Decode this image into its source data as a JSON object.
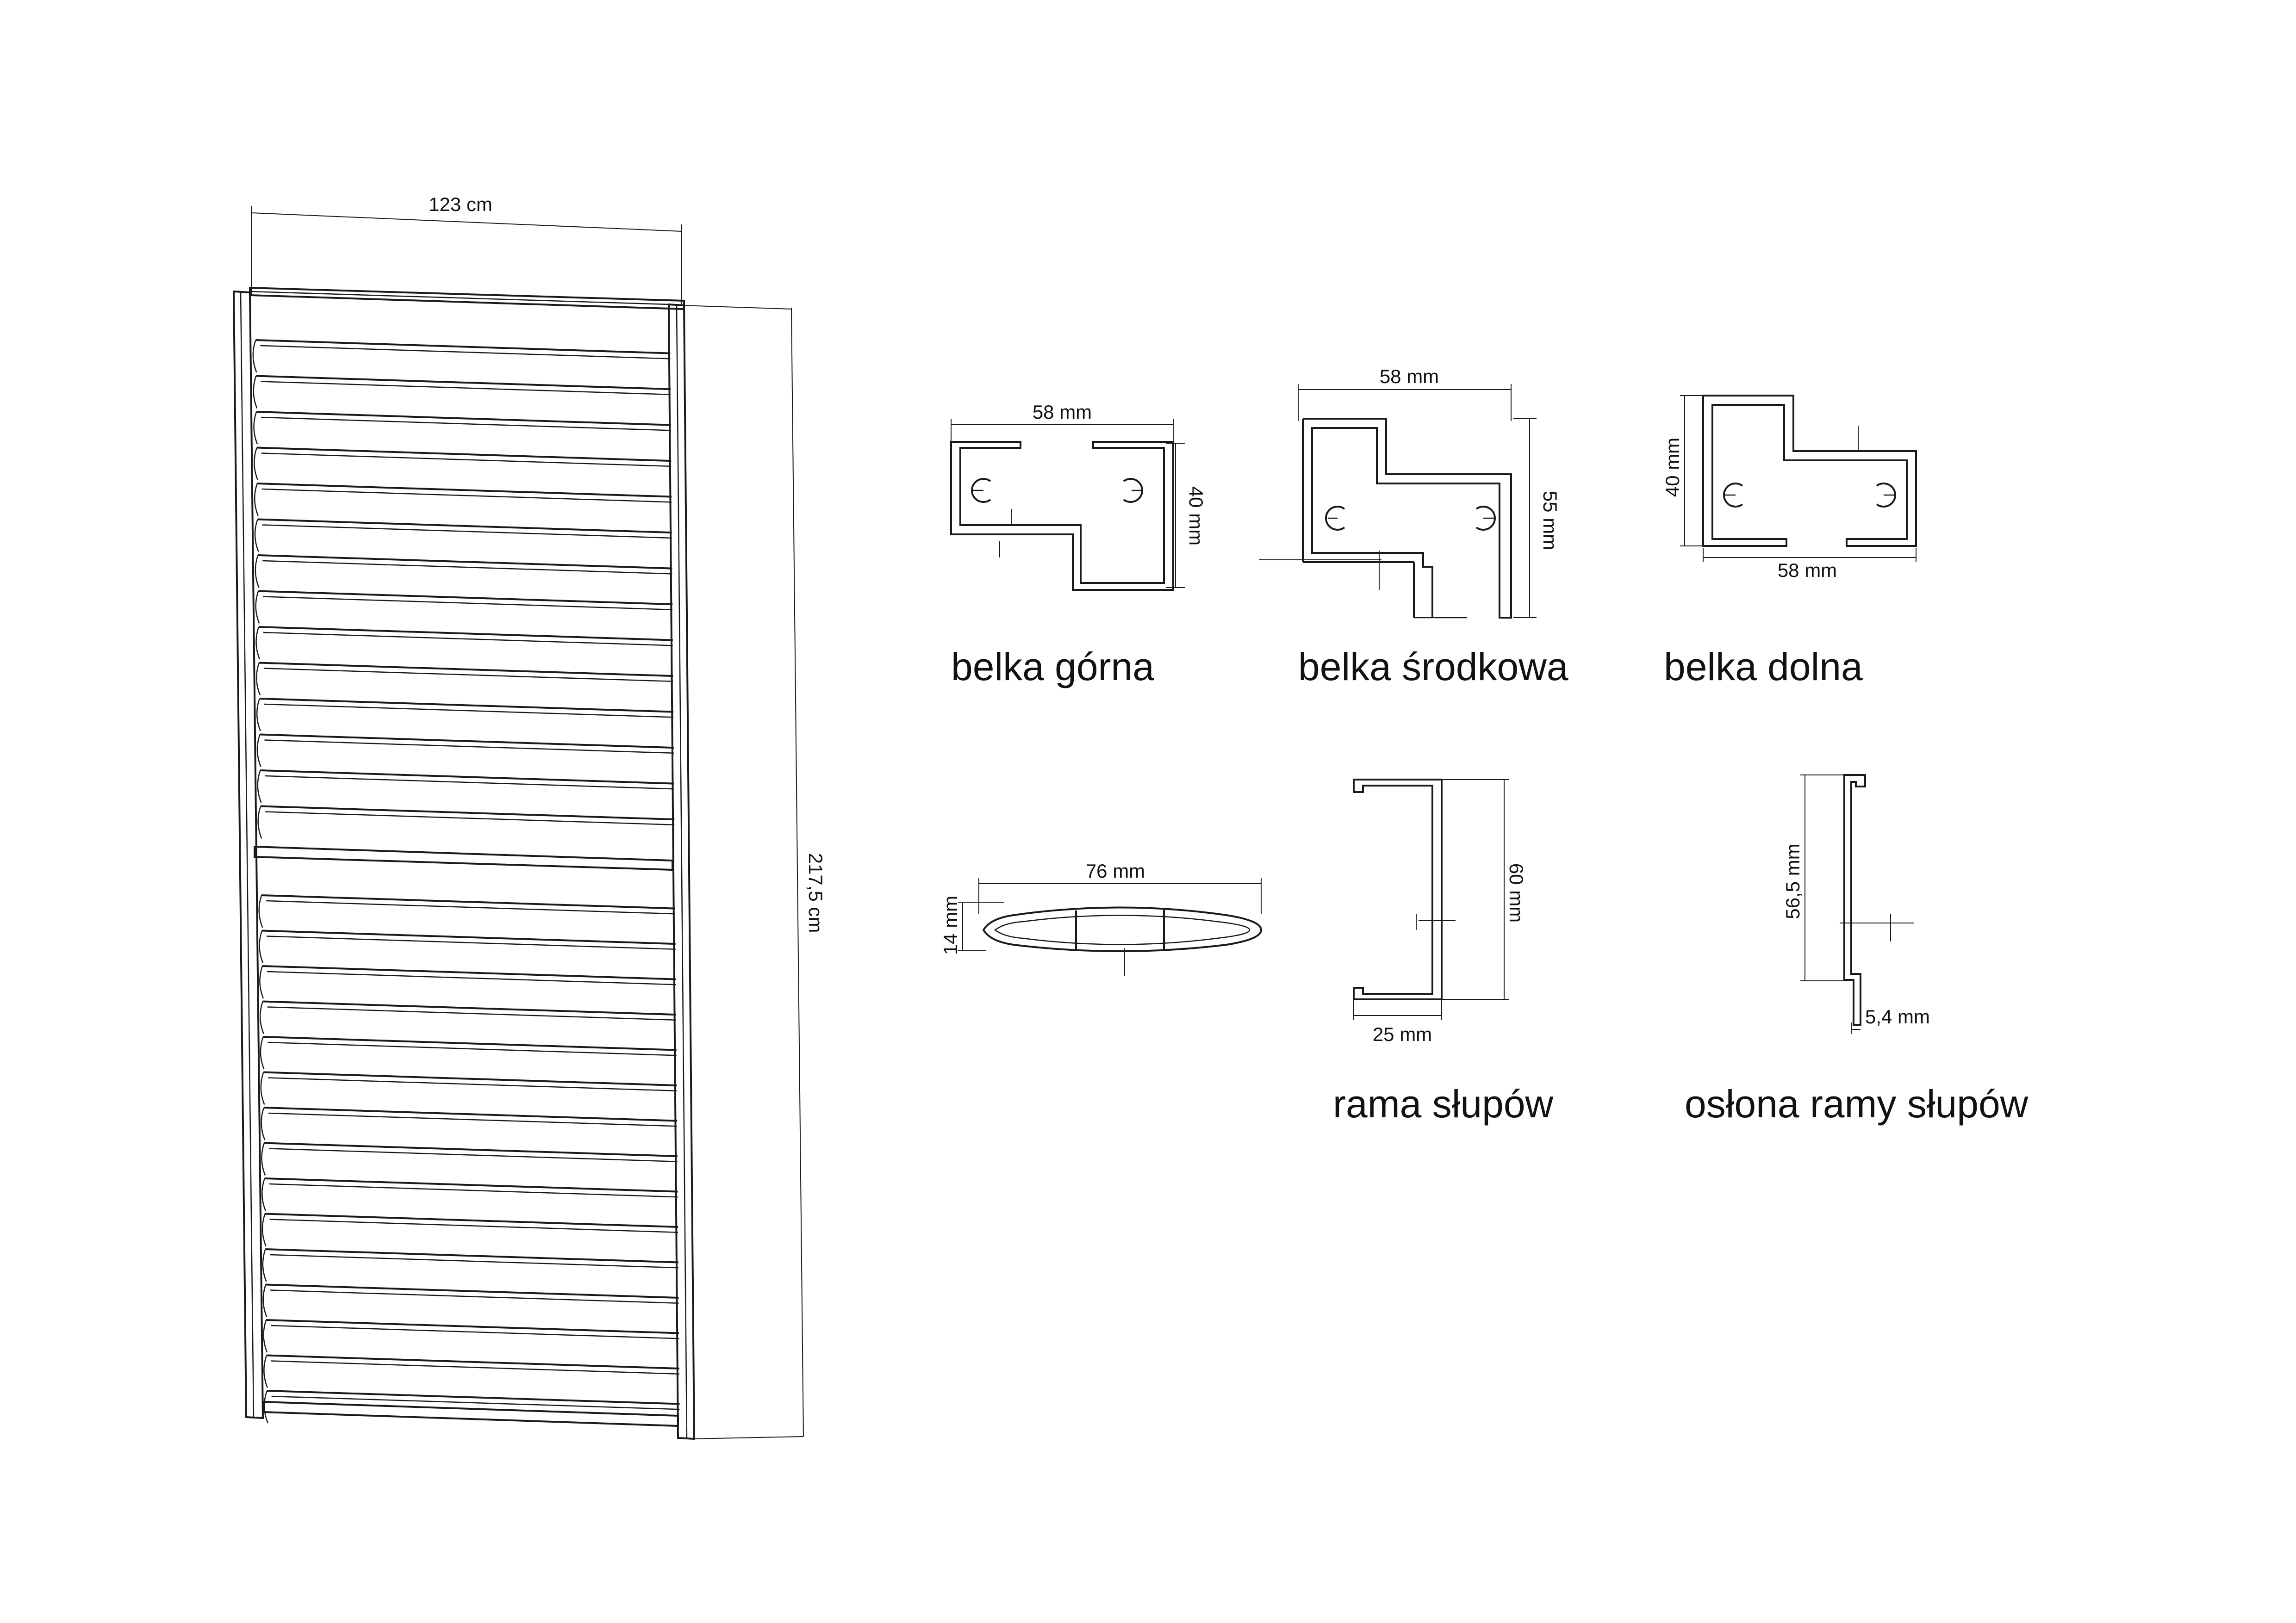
{
  "panel": {
    "width_label": "123 cm",
    "height_label": "217,5 cm"
  },
  "profiles": {
    "top_beam": {
      "width_label": "58 mm",
      "height_label": "40 mm",
      "caption": "belka górna"
    },
    "middle_beam": {
      "width_label": "58 mm",
      "height_label": "55 mm",
      "caption": "belka środkowa"
    },
    "bottom_beam": {
      "width_label": "58 mm",
      "height_label": "40 mm",
      "caption": "belka dolna"
    },
    "slat": {
      "width_label": "76 mm",
      "height_label": "14 mm"
    },
    "post_frame": {
      "height_label": "60 mm",
      "width_label": "25 mm",
      "caption": "rama słupów"
    },
    "post_frame_cover": {
      "height_label": "56,5 mm",
      "width_label": "5,4 mm",
      "caption": "osłona ramy słupów"
    }
  }
}
